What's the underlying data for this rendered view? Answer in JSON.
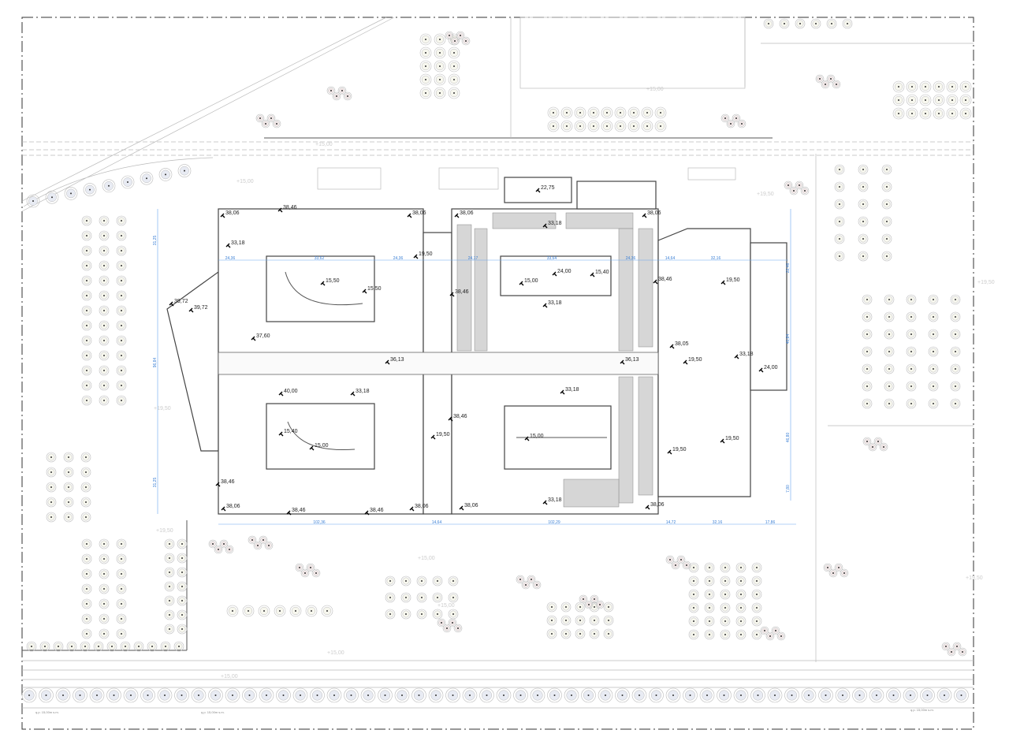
{
  "drawing": {
    "type": "site-plan",
    "elevations": [
      "38,06",
      "38,46",
      "38,06",
      "33,18",
      "15,50",
      "15,50",
      "19,50",
      "38,46",
      "39,72",
      "39,72",
      "37,60",
      "36,13",
      "40,00",
      "33,18",
      "15,40",
      "15,00",
      "38,46",
      "19,50",
      "38,46",
      "38,06",
      "38,46",
      "38,46",
      "38,06",
      "22,75",
      "38,06",
      "33,18",
      "38,06",
      "15,00",
      "24,00",
      "15,40",
      "33,18",
      "38,46",
      "36,13",
      "19,50",
      "38,05",
      "19,50",
      "33,18",
      "24,00",
      "33,18",
      "15,00",
      "19,50",
      "19,50",
      "38,06",
      "33,18",
      "38,06"
    ],
    "dimensions_top": [
      "24,36",
      "33,62",
      "24,36",
      "24,17",
      "33,64",
      "24,36",
      "14,64",
      "32,16"
    ],
    "dimensions_bottom": [
      "102,36",
      "14,64",
      "102,29",
      "14,72",
      "32,16",
      "17,86"
    ],
    "dimensions_left": [
      "31,25",
      "96,84",
      "31,25"
    ],
    "dimensions_right": [
      "22,46",
      "40,84",
      "46,80",
      "7,80"
    ],
    "ground_levels": [
      "+15,00",
      "+15,00",
      "+19,50",
      "+19,50",
      "+19,50",
      "+15,00",
      "+15,00",
      "+15,00",
      "+19,50",
      "+15,00",
      "+15,00",
      "+19,50"
    ],
    "quote_labels": [
      "q.p. 15,00m s.m.",
      "q.p. 15,00m s.m.",
      "q.p. 15,00m s.m."
    ],
    "colors": {
      "lines": "#444444",
      "dimensions": "#3a7fd5",
      "hatch": "#d6d6d6"
    }
  }
}
